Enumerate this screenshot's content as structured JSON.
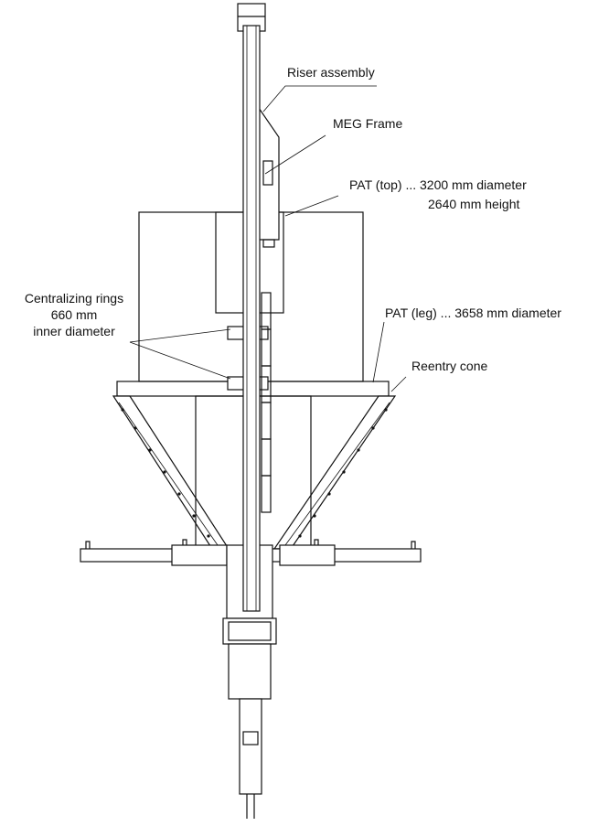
{
  "labels": {
    "riser": "Riser assembly",
    "meg": "MEG Frame",
    "pat_top_line1": "PAT (top) ... 3200 mm diameter",
    "pat_top_line2": "2640 mm height",
    "centralizing_line1": "Centralizing rings",
    "centralizing_line2": "660 mm",
    "centralizing_line3": "inner diameter",
    "pat_leg": "PAT (leg) ... 3658 mm diameter",
    "reentry": "Reentry cone"
  }
}
